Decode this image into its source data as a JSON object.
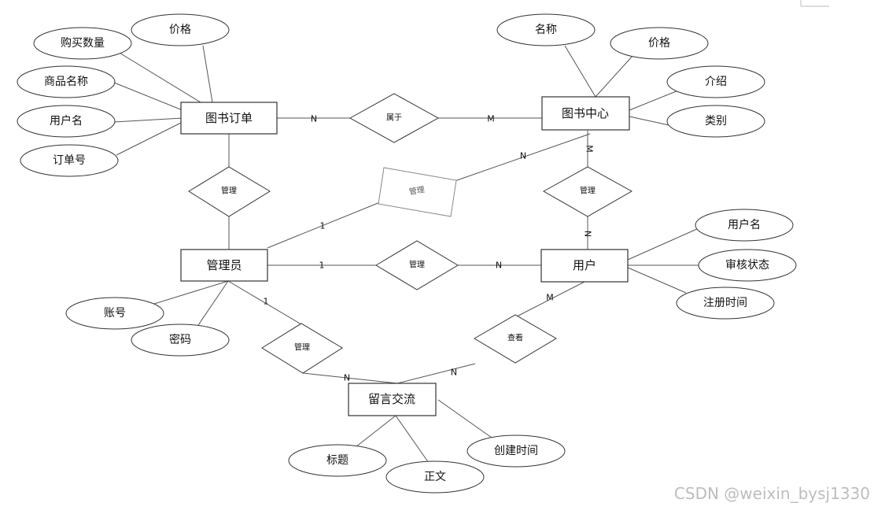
{
  "entities": {
    "book_order": "图书订单",
    "book_center": "图书中心",
    "admin": "管理员",
    "user": "用户",
    "message": "留言交流"
  },
  "relationships": {
    "belongs": "属于",
    "manage_order": "管理",
    "manage_center": "管理",
    "manage_user": "管理",
    "manage_user_center": "管理",
    "manage_message": "管理",
    "view": "查看"
  },
  "attributes": {
    "order_price": "价格",
    "order_qty": "购买数量",
    "order_product": "商品名称",
    "order_username": "用户名",
    "order_no": "订单号",
    "center_name": "名称",
    "center_price": "价格",
    "center_intro": "介绍",
    "center_category": "类别",
    "user_username": "用户名",
    "user_status": "审核状态",
    "user_regtime": "注册时间",
    "admin_account": "账号",
    "admin_password": "密码",
    "msg_title": "标题",
    "msg_body": "正文",
    "msg_created": "创建时间"
  },
  "cardinalities": {
    "order_belongs": "N",
    "belongs_center": "M",
    "center_manage": "M",
    "manage_user_n": "N",
    "admin_center_1": "1",
    "center_admin_n": "N",
    "admin_user_1": "1",
    "user_admin_n": "N",
    "admin_msg_1": "1",
    "msg_admin_n": "N",
    "user_view_m": "M",
    "view_msg_n": "N"
  },
  "watermark": "CSDN @weixin_bysj1330"
}
